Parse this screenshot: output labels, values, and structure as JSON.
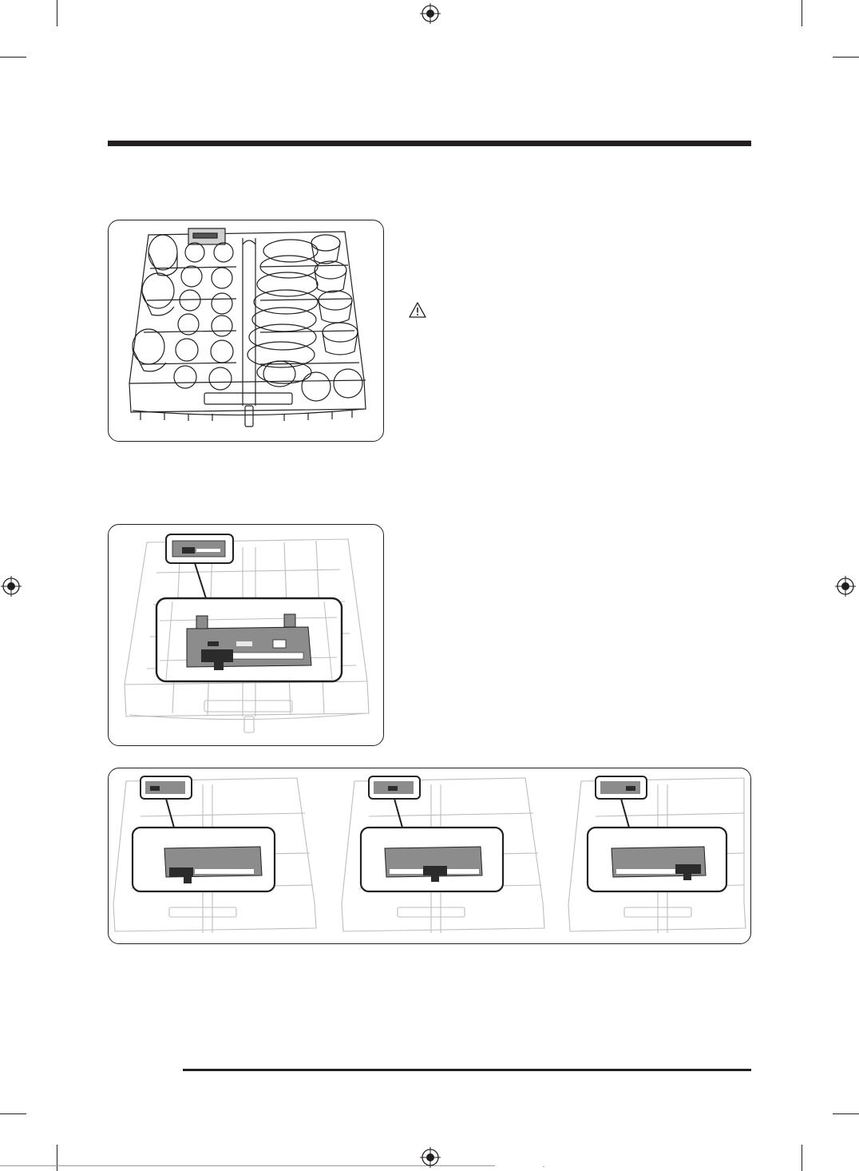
{
  "page": {
    "footer_mark": "-"
  },
  "icons": {
    "registration": "registration-mark-icon",
    "caution": "caution-triangle-icon"
  },
  "figures": {
    "loaded_rack": "upper-rack-loaded-illustration",
    "rack_adjuster": "upper-rack-height-adjuster-illustration",
    "adjuster_positions": [
      "adjuster-position-1",
      "adjuster-position-2",
      "adjuster-position-3"
    ]
  },
  "colors": {
    "ink": "#231f20",
    "light_line": "#bdbdbd",
    "adjuster_grey": "#8c8c8c",
    "slider_dark": "#2b2b2b"
  }
}
